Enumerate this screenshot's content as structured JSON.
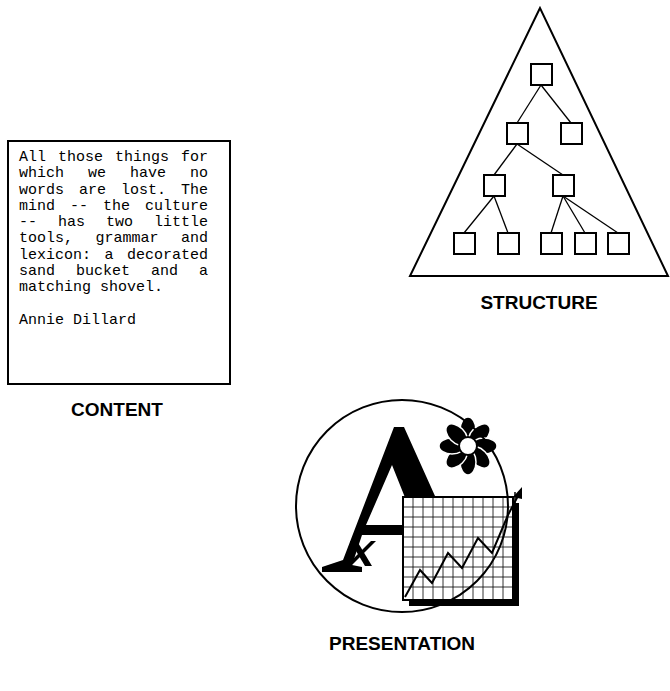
{
  "diagram": {
    "nodes": [
      {
        "text": [
          "All those things for which we have no words are lost. The mind -- the culture -- has two little tools, grammar and lexicon: a decorated sand bucket and a matching shovel.",
          "Annie Dillard",
          "CONTENT"
        ]
      },
      {
        "text": [
          "STRUCTURE"
        ]
      },
      {
        "text": [
          "PRESENTATION"
        ]
      }
    ]
  }
}
